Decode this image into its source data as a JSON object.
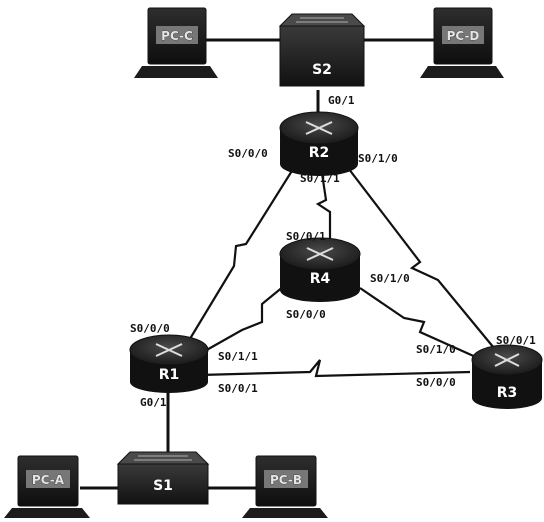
{
  "colors": {
    "device": "#151515",
    "device_top": "#3a3a3a",
    "link": "#111111",
    "label_text": "#ffffff"
  },
  "devices": {
    "pc_c": "PC-C",
    "pc_d": "PC-D",
    "pc_a": "PC-A",
    "pc_b": "PC-B",
    "s1": "S1",
    "s2": "S2",
    "r1": "R1",
    "r2": "R2",
    "r3": "R3",
    "r4": "R4"
  },
  "ports": {
    "r2_g0_1": "G0/1",
    "r2_s0_0_0": "S0/0/0",
    "r2_s0_1_1": "S0/1/1",
    "r2_s0_1_0": "S0/1/0",
    "r4_s0_0_1": "S0/0/1",
    "r4_s0_1_0": "S0/1/0",
    "r4_s0_0_0": "S0/0/0",
    "r1_s0_0_0": "S0/0/0",
    "r1_s0_1_1": "S0/1/1",
    "r1_s0_0_1": "S0/0/1",
    "r1_g0_1": "G0/1",
    "r3_s0_0_1": "S0/0/1",
    "r3_s0_1_0": "S0/1/0",
    "r3_s0_0_0": "S0/0/0"
  }
}
